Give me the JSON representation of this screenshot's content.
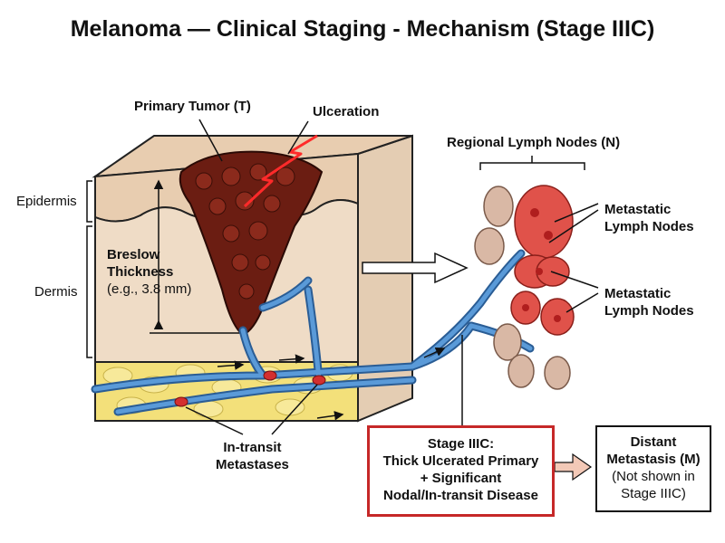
{
  "title": "Melanoma — Clinical Staging - Mechanism (Stage IIIC)",
  "labels": {
    "primary_tumor": "Primary Tumor (T)",
    "ulceration": "Ulceration",
    "epidermis": "Epidermis",
    "dermis": "Dermis",
    "breslow_line1": "Breslow",
    "breslow_line2": "Thickness",
    "breslow_example": "(e.g., 3.8 mm)",
    "regional_nodes": "Regional Lymph Nodes (N)",
    "metastatic_nodes_1_line1": "Metastatic",
    "metastatic_nodes_1_line2": "Lymph Nodes",
    "metastatic_nodes_2_line1": "Metastatic",
    "metastatic_nodes_2_line2": "Lymph Nodes",
    "in_transit_line1": "In-transit",
    "in_transit_line2": "Metastases"
  },
  "stage_box": {
    "line1": "Stage IIIC:",
    "line2": "Thick Ulcerated Primary",
    "line3": "+ Significant",
    "line4": "Nodal/In-transit Disease"
  },
  "distant_box": {
    "line1": "Distant",
    "line2": "Metastasis (M)",
    "line3": "(Not shown in",
    "line4": "Stage IIIC)"
  },
  "colors": {
    "tumor": "#6b1d12",
    "vessel": "#3f7fc1",
    "node_normal": "#d9b8a5",
    "node_metastatic": "#e0524a",
    "stage_border": "#c62828",
    "fat": "#f3e07a",
    "dermis": "#efdcc6",
    "epidermis": "#e8cdb0"
  }
}
